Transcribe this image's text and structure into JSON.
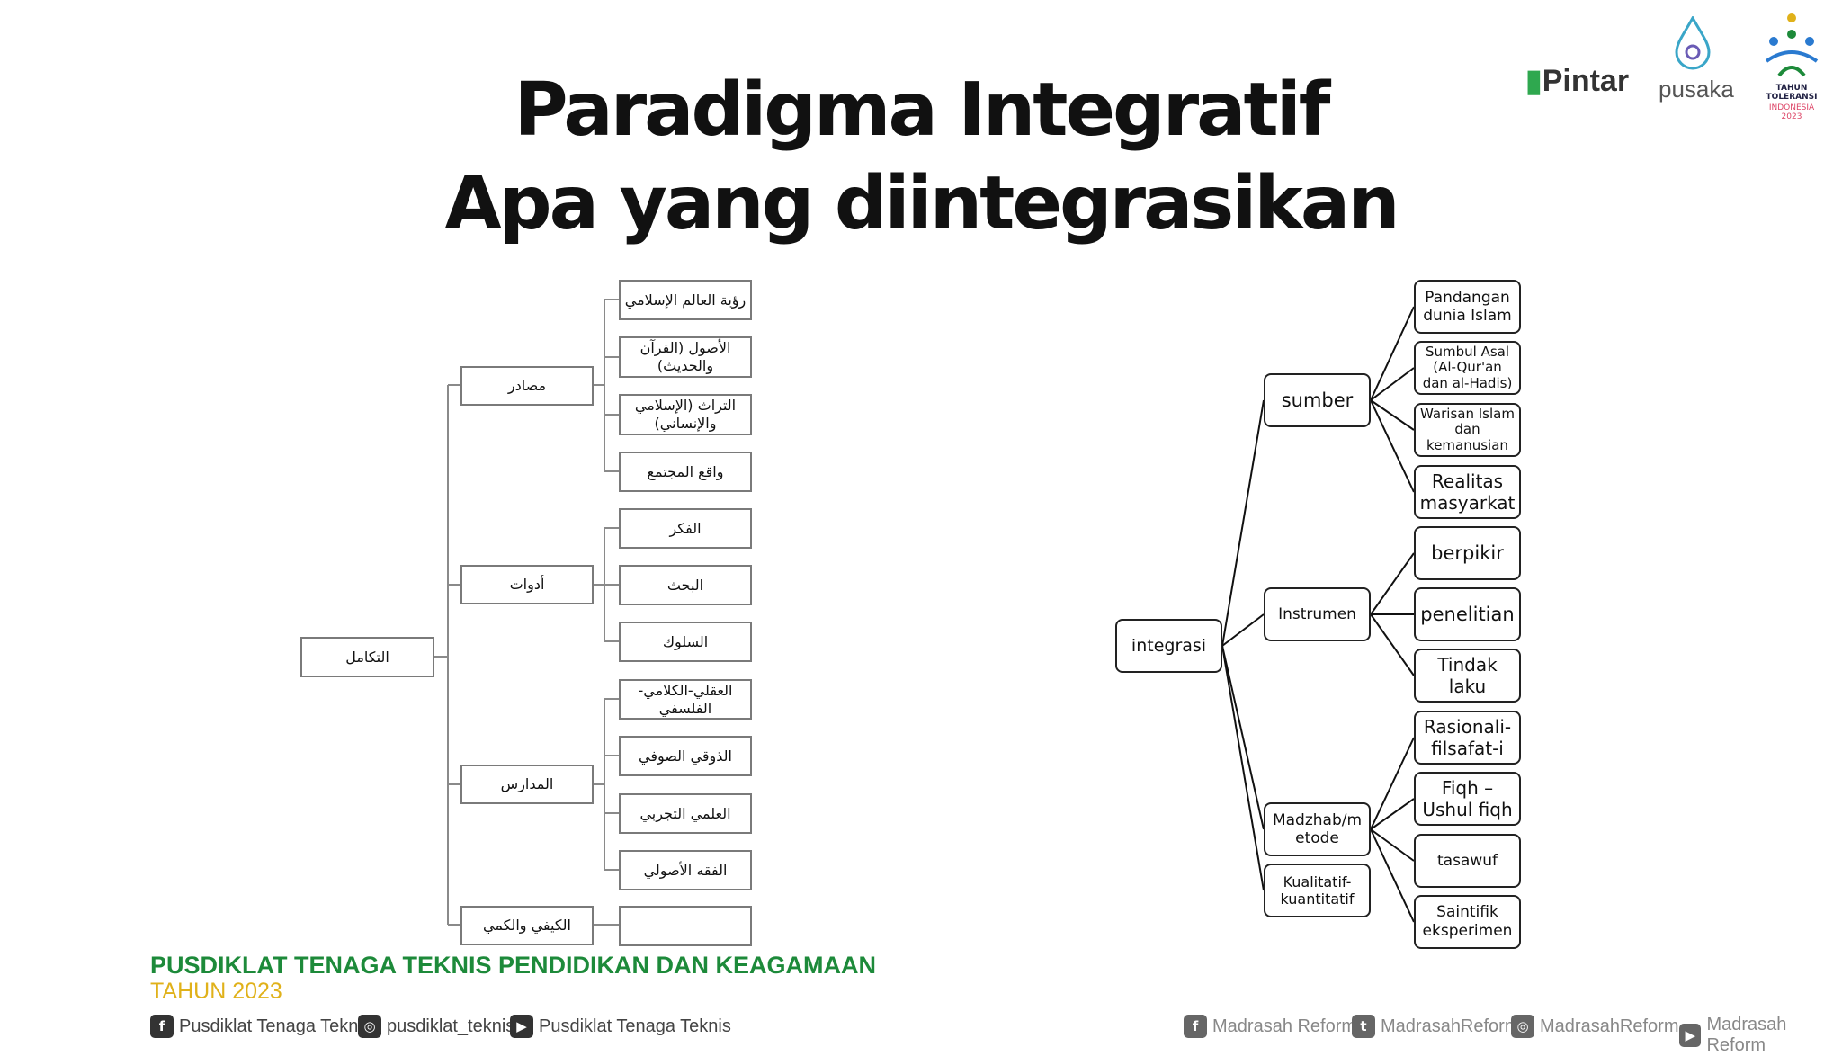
{
  "title_line1": "Paradigma Integratif",
  "title_line2": "Apa yang diintegrasikan",
  "logos": {
    "pintar": "Pintar",
    "pusaka": "pusaka",
    "toleransi": "TAHUN TOLERANSI",
    "toleransi_sub": "INDONESIA 2023"
  },
  "left_diagram": {
    "root": "التكامل",
    "branches": [
      {
        "label": "مصادر",
        "children": [
          "رؤية العالم الإسلامي",
          "الأصول (القرآن والحديث)",
          "التراث (الإسلامي والإنساني)",
          "واقع المجتمع"
        ]
      },
      {
        "label": "أدوات",
        "children": [
          "الفكر",
          "البحث",
          "السلوك"
        ]
      },
      {
        "label": "المدارس",
        "children": [
          "العقلي-الكلامي-الفلسفي",
          "الذوقي الصوفي",
          "العلمي التجربي",
          "الفقه الأصولي"
        ]
      },
      {
        "label": "الكيفي والكمي",
        "children": [
          ""
        ]
      }
    ]
  },
  "right_diagram": {
    "root": "integrasi",
    "branches": [
      {
        "label": "sumber",
        "children": [
          "Pandangan dunia Islam",
          "Sumbul Asal (Al-Qur'an dan al-Hadis)",
          "Warisan Islam dan kemanusian",
          "Realitas masyarkat"
        ]
      },
      {
        "label": "Instrumen",
        "children": [
          "berpikir",
          "penelitian",
          "Tindak laku"
        ]
      },
      {
        "label": "Madzhab/metode",
        "children": [
          "Rasionali-filsafat-i",
          "Fiqh – Ushul fiqh",
          "tasawuf",
          "Saintifik eksperimen"
        ]
      },
      {
        "label": "Kualitatif-kuantitatif",
        "children": []
      }
    ]
  },
  "footer": {
    "title": "PUSDIKLAT TENAGA TEKNIS PENDIDIKAN DAN KEAGAMAAN",
    "year": "TAHUN 2023",
    "social_left": [
      {
        "icon": "facebook-icon",
        "text": "Pusdiklat Tenaga Teknis"
      },
      {
        "icon": "instagram-icon",
        "text": "pusdiklat_teknis"
      },
      {
        "icon": "youtube-icon",
        "text": "Pusdiklat Tenaga Teknis"
      }
    ],
    "social_right": [
      {
        "icon": "facebook-icon",
        "text": "Madrasah Reform"
      },
      {
        "icon": "twitter-icon",
        "text": "MadrasahReform"
      },
      {
        "icon": "instagram-icon",
        "text": "MadrasahReform"
      },
      {
        "icon": "youtube-icon",
        "text": "Madrasah Reform"
      }
    ]
  },
  "colors": {
    "footer_title": "#1d8a3a",
    "footer_year": "#e0b11a",
    "pintar_accent": "#2fa84f"
  }
}
